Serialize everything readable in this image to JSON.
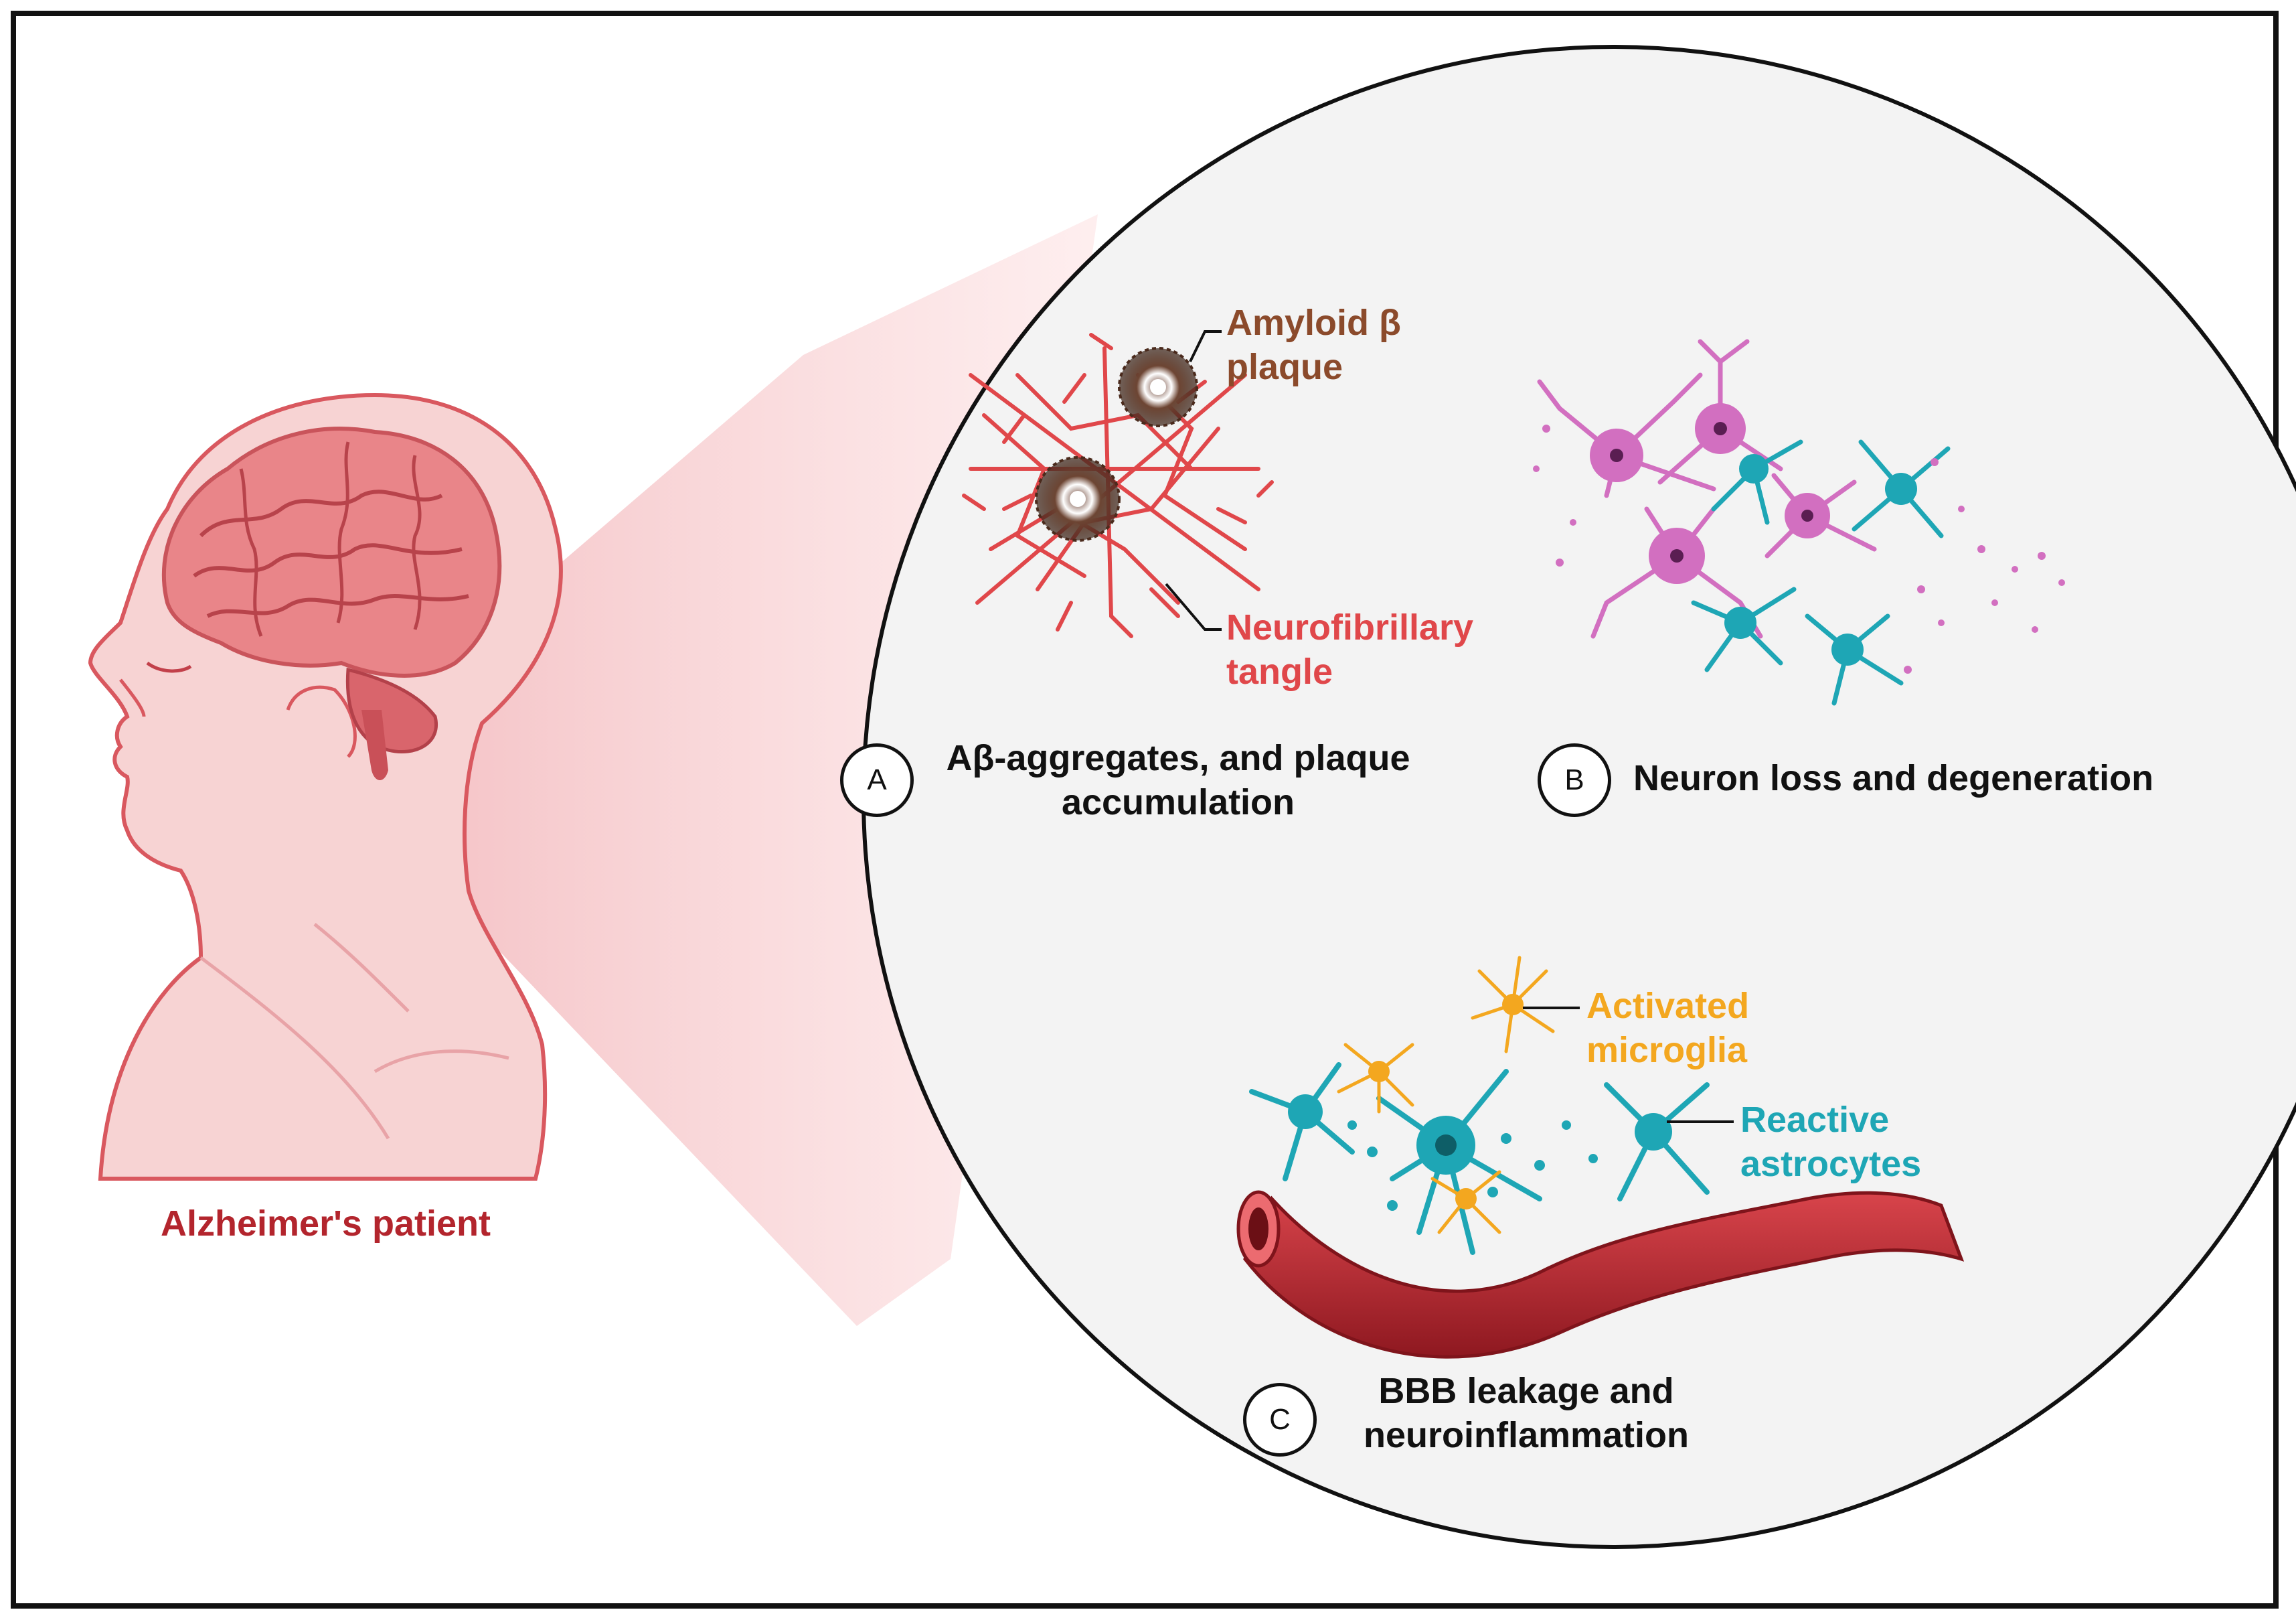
{
  "patient_label": "Alzheimer's patient",
  "panel_a": {
    "badge": "A",
    "caption_line1": "Aβ-aggregates, and plaque",
    "caption_line2": "accumulation",
    "callout_amyloid_line1": "Amyloid β",
    "callout_amyloid_line2": "plaque",
    "callout_tangle_line1": "Neurofibrillary",
    "callout_tangle_line2": "tangle"
  },
  "panel_b": {
    "badge": "B",
    "caption": "Neuron loss and degeneration"
  },
  "panel_c": {
    "badge": "C",
    "caption_line1": "BBB leakage and",
    "caption_line2": "neuroinflammation",
    "callout_microglia_line1": "Activated",
    "callout_microglia_line2": "microglia",
    "callout_astro_line1": "Reactive",
    "callout_astro_line2": "astrocytes"
  },
  "colors": {
    "amyloid": "#8b4a2b",
    "tangle": "#e0474a",
    "patient": "#b3252d",
    "microglia": "#f3a71f",
    "astrocyte": "#1ea6b5",
    "neuron": "#d26fc0",
    "vessel": "#b3222a"
  }
}
